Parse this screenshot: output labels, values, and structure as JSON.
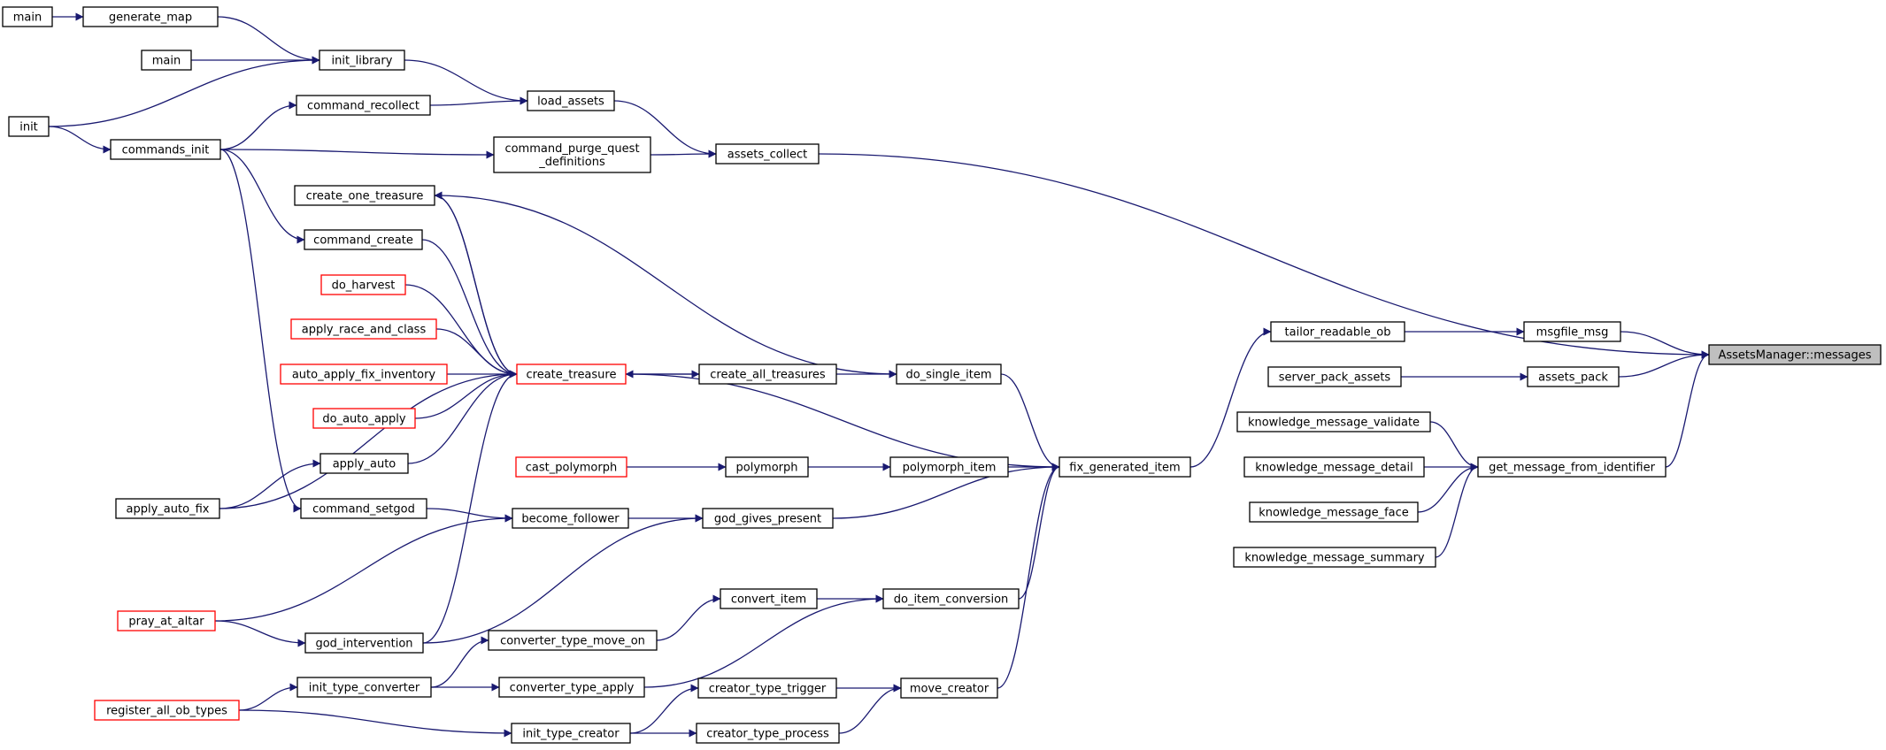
{
  "graph": {
    "nodes": [
      {
        "id": "main1",
        "label": "main"
      },
      {
        "id": "generate_map",
        "label": "generate_map"
      },
      {
        "id": "main2",
        "label": "main"
      },
      {
        "id": "init_library",
        "label": "init_library"
      },
      {
        "id": "init",
        "label": "init"
      },
      {
        "id": "commands_init",
        "label": "commands_init"
      },
      {
        "id": "command_recollect",
        "label": "command_recollect"
      },
      {
        "id": "load_assets",
        "label": "load_assets"
      },
      {
        "id": "command_purge_quest_definitions",
        "label": "command_purge_quest\n_definitions"
      },
      {
        "id": "assets_collect",
        "label": "assets_collect"
      },
      {
        "id": "create_one_treasure",
        "label": "create_one_treasure"
      },
      {
        "id": "command_create",
        "label": "command_create"
      },
      {
        "id": "do_harvest",
        "label": "do_harvest",
        "highlight": "red"
      },
      {
        "id": "apply_race_and_class",
        "label": "apply_race_and_class",
        "highlight": "red"
      },
      {
        "id": "auto_apply_fix_inventory",
        "label": "auto_apply_fix_inventory",
        "highlight": "red"
      },
      {
        "id": "create_treasure",
        "label": "create_treasure",
        "highlight": "red"
      },
      {
        "id": "create_all_treasures",
        "label": "create_all_treasures"
      },
      {
        "id": "do_single_item",
        "label": "do_single_item"
      },
      {
        "id": "do_auto_apply",
        "label": "do_auto_apply",
        "highlight": "red"
      },
      {
        "id": "apply_auto",
        "label": "apply_auto"
      },
      {
        "id": "apply_auto_fix",
        "label": "apply_auto_fix"
      },
      {
        "id": "command_setgod",
        "label": "command_setgod"
      },
      {
        "id": "become_follower",
        "label": "become_follower"
      },
      {
        "id": "god_gives_present",
        "label": "god_gives_present"
      },
      {
        "id": "cast_polymorph",
        "label": "cast_polymorph",
        "highlight": "red"
      },
      {
        "id": "polymorph",
        "label": "polymorph"
      },
      {
        "id": "polymorph_item",
        "label": "polymorph_item"
      },
      {
        "id": "fix_generated_item",
        "label": "fix_generated_item"
      },
      {
        "id": "tailor_readable_ob",
        "label": "tailor_readable_ob"
      },
      {
        "id": "msgfile_msg",
        "label": "msgfile_msg"
      },
      {
        "id": "server_pack_assets",
        "label": "server_pack_assets"
      },
      {
        "id": "assets_pack",
        "label": "assets_pack"
      },
      {
        "id": "assetsmanager_messages",
        "label": "AssetsManager::messages",
        "highlight": "focus"
      },
      {
        "id": "knowledge_message_validate",
        "label": "knowledge_message_validate"
      },
      {
        "id": "knowledge_message_detail",
        "label": "knowledge_message_detail"
      },
      {
        "id": "knowledge_message_face",
        "label": "knowledge_message_face"
      },
      {
        "id": "knowledge_message_summary",
        "label": "knowledge_message_summary"
      },
      {
        "id": "get_message_from_identifier",
        "label": "get_message_from_identifier"
      },
      {
        "id": "pray_at_altar",
        "label": "pray_at_altar",
        "highlight": "red"
      },
      {
        "id": "god_intervention",
        "label": "god_intervention"
      },
      {
        "id": "convert_item",
        "label": "convert_item"
      },
      {
        "id": "do_item_conversion",
        "label": "do_item_conversion"
      },
      {
        "id": "converter_type_move_on",
        "label": "converter_type_move_on"
      },
      {
        "id": "converter_type_apply",
        "label": "converter_type_apply"
      },
      {
        "id": "init_type_converter",
        "label": "init_type_converter"
      },
      {
        "id": "register_all_ob_types",
        "label": "register_all_ob_types",
        "highlight": "red"
      },
      {
        "id": "creator_type_trigger",
        "label": "creator_type_trigger"
      },
      {
        "id": "move_creator",
        "label": "move_creator"
      },
      {
        "id": "init_type_creator",
        "label": "init_type_creator"
      },
      {
        "id": "creator_type_process",
        "label": "creator_type_process"
      }
    ],
    "edges": [
      [
        "main1",
        "generate_map"
      ],
      [
        "generate_map",
        "init_library"
      ],
      [
        "main2",
        "init_library"
      ],
      [
        "init",
        "init_library"
      ],
      [
        "init",
        "commands_init"
      ],
      [
        "init_library",
        "load_assets"
      ],
      [
        "commands_init",
        "command_recollect"
      ],
      [
        "command_recollect",
        "load_assets"
      ],
      [
        "commands_init",
        "command_purge_quest_definitions"
      ],
      [
        "load_assets",
        "assets_collect"
      ],
      [
        "command_purge_quest_definitions",
        "assets_collect"
      ],
      [
        "assets_collect",
        "assetsmanager_messages"
      ],
      [
        "commands_init",
        "command_create"
      ],
      [
        "commands_init",
        "command_setgod"
      ],
      [
        "command_create",
        "create_treasure"
      ],
      [
        "create_one_treasure",
        "create_treasure"
      ],
      [
        "create_treasure",
        "create_one_treasure"
      ],
      [
        "create_one_treasure",
        "do_single_item"
      ],
      [
        "do_harvest",
        "create_treasure"
      ],
      [
        "apply_race_and_class",
        "create_treasure"
      ],
      [
        "auto_apply_fix_inventory",
        "create_treasure"
      ],
      [
        "do_auto_apply",
        "create_treasure"
      ],
      [
        "apply_auto",
        "create_treasure"
      ],
      [
        "apply_auto_fix",
        "apply_auto"
      ],
      [
        "apply_auto_fix",
        "create_treasure"
      ],
      [
        "god_intervention",
        "create_treasure"
      ],
      [
        "create_treasure",
        "create_all_treasures"
      ],
      [
        "create_all_treasures",
        "create_treasure"
      ],
      [
        "create_all_treasures",
        "do_single_item"
      ],
      [
        "create_treasure",
        "fix_generated_item"
      ],
      [
        "do_single_item",
        "fix_generated_item"
      ],
      [
        "command_setgod",
        "become_follower"
      ],
      [
        "pray_at_altar",
        "become_follower"
      ],
      [
        "become_follower",
        "god_gives_present"
      ],
      [
        "god_intervention",
        "god_gives_present"
      ],
      [
        "god_gives_present",
        "fix_generated_item"
      ],
      [
        "cast_polymorph",
        "polymorph"
      ],
      [
        "polymorph",
        "polymorph_item"
      ],
      [
        "polymorph_item",
        "fix_generated_item"
      ],
      [
        "pray_at_altar",
        "god_intervention"
      ],
      [
        "fix_generated_item",
        "tailor_readable_ob"
      ],
      [
        "tailor_readable_ob",
        "msgfile_msg"
      ],
      [
        "msgfile_msg",
        "assetsmanager_messages"
      ],
      [
        "server_pack_assets",
        "assets_pack"
      ],
      [
        "assets_pack",
        "assetsmanager_messages"
      ],
      [
        "knowledge_message_validate",
        "get_message_from_identifier"
      ],
      [
        "knowledge_message_detail",
        "get_message_from_identifier"
      ],
      [
        "knowledge_message_face",
        "get_message_from_identifier"
      ],
      [
        "knowledge_message_summary",
        "get_message_from_identifier"
      ],
      [
        "get_message_from_identifier",
        "assetsmanager_messages"
      ],
      [
        "convert_item",
        "do_item_conversion"
      ],
      [
        "converter_type_move_on",
        "convert_item"
      ],
      [
        "converter_type_apply",
        "do_item_conversion"
      ],
      [
        "do_item_conversion",
        "fix_generated_item"
      ],
      [
        "init_type_converter",
        "converter_type_move_on"
      ],
      [
        "init_type_converter",
        "converter_type_apply"
      ],
      [
        "register_all_ob_types",
        "init_type_converter"
      ],
      [
        "register_all_ob_types",
        "init_type_creator"
      ],
      [
        "creator_type_trigger",
        "move_creator"
      ],
      [
        "init_type_creator",
        "creator_type_trigger"
      ],
      [
        "init_type_creator",
        "creator_type_process"
      ],
      [
        "creator_type_process",
        "move_creator"
      ],
      [
        "move_creator",
        "fix_generated_item"
      ]
    ]
  }
}
